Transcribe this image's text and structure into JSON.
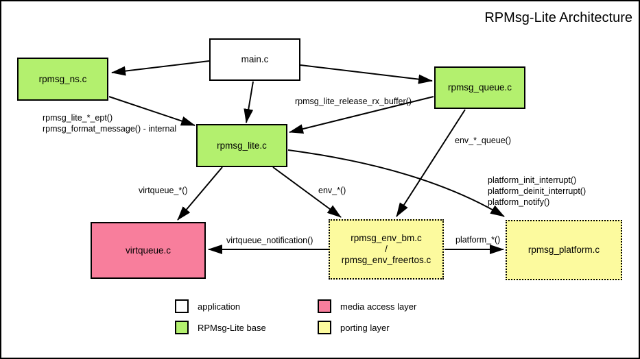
{
  "title": "RPMsg-Lite Architecture",
  "nodes": {
    "main": {
      "label": "main.c"
    },
    "ns": {
      "label": "rpmsg_ns.c"
    },
    "queue": {
      "label": "rpmsg_queue.c"
    },
    "lite": {
      "label": "rpmsg_lite.c"
    },
    "virtqueue": {
      "label": "virtqueue.c"
    },
    "env": {
      "line1": "rpmsg_env_bm.c",
      "line2": "/",
      "line3": "rpmsg_env_freertos.c"
    },
    "platform": {
      "label": "rpmsg_platform.c"
    }
  },
  "edge_labels": {
    "ept": "rpmsg_lite_*_ept()",
    "format_message": "rpmsg_format_message() - internal",
    "release_rx_buffer": "rpmsg_lite_release_rx_buffer()",
    "env_queue": "env_*_queue()",
    "platform_init_interrupt": "platform_init_interrupt()",
    "platform_deinit_interrupt": "platform_deinit_interrupt()",
    "platform_notify": "platform_notify()",
    "virtqueue_star": "virtqueue_*()",
    "env_star": "env_*()",
    "virtqueue_notification": "virtqueue_notification()",
    "platform_star": "platform_*()"
  },
  "legend": [
    {
      "label": "application",
      "color": "#ffffff"
    },
    {
      "label": "RPMsg-Lite base",
      "color": "#b3f06e"
    },
    {
      "label": "media access layer",
      "color": "#f87e9c"
    },
    {
      "label": "porting layer",
      "color": "#fcfa9e"
    }
  ],
  "colors": {
    "application": "#ffffff",
    "rpmsg_lite_base": "#b3f06e",
    "media_access_layer": "#f87e9c",
    "porting_layer": "#fcfa9e",
    "line": "#000000"
  }
}
